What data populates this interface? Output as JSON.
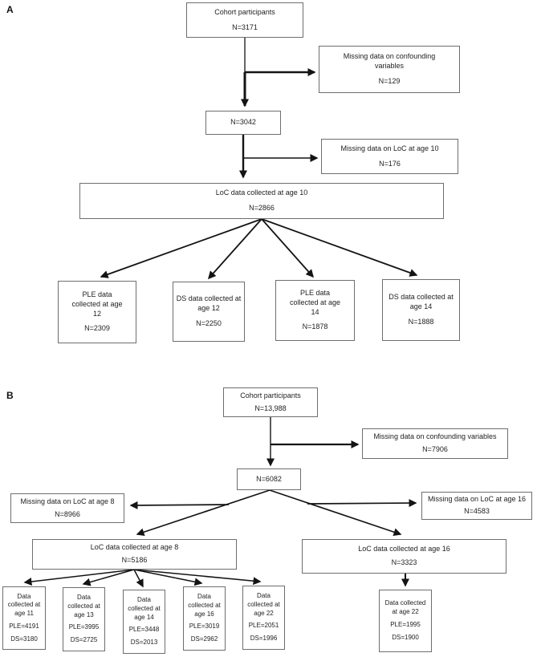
{
  "panelA": {
    "label": "A",
    "boxes": {
      "cohort": {
        "title": "Cohort participants",
        "n": "N=3171"
      },
      "missing_confounding": {
        "title": "Missing data on confounding variables",
        "n": "N=129"
      },
      "after_confounding": {
        "n": "N=3042"
      },
      "missing_loc10": {
        "title": "Missing data on LoC at age 10",
        "n": "N=176"
      },
      "loc10": {
        "title": "LoC data collected at age 10",
        "n": "N=2866"
      },
      "ple12": {
        "title": "PLE data collected at age 12",
        "n": "N=2309"
      },
      "ds12": {
        "title": "DS data collected at age 12",
        "n": "N=2250"
      },
      "ple14": {
        "title": "PLE data collected at age 14",
        "n": "N=1878"
      },
      "ds14": {
        "title": "DS data collected at age 14",
        "n": "N=1888"
      }
    }
  },
  "panelB": {
    "label": "B",
    "boxes": {
      "cohort": {
        "title": "Cohort participants",
        "n": "N=13,988"
      },
      "missing_confounding": {
        "title": "Missing data on confounding variables",
        "n": "N=7906"
      },
      "after_confounding": {
        "n": "N=6082"
      },
      "missing_loc8": {
        "title": "Missing data on LoC at age 8",
        "n": "N=8966"
      },
      "missing_loc16": {
        "title": "Missing data on LoC at age 16",
        "n": "N=4583"
      },
      "loc8": {
        "title": "LoC data collected at age 8",
        "n": "N=5186"
      },
      "loc16": {
        "title": "LoC data collected at age 16",
        "n": "N=3323"
      },
      "age11": {
        "title": "Data collected at age 11",
        "ple": "PLE=4191",
        "ds": "DS=3180"
      },
      "age13": {
        "title": "Data collected at age 13",
        "ple": "PLE=3995",
        "ds": "DS=2725"
      },
      "age14": {
        "title": "Data collected at age 14",
        "ple": "PLE=3448",
        "ds": "DS=2013"
      },
      "age16": {
        "title": "Data collected at age 16",
        "ple": "PLE=3019",
        "ds": "DS=2962"
      },
      "age22": {
        "title": "Data collected at age 22",
        "ple": "PLE=2051",
        "ds": "DS=1996"
      },
      "age22_right": {
        "title": "Data collected at age 22",
        "ple": "PLE=1995",
        "ds": "DS=1900"
      }
    }
  }
}
